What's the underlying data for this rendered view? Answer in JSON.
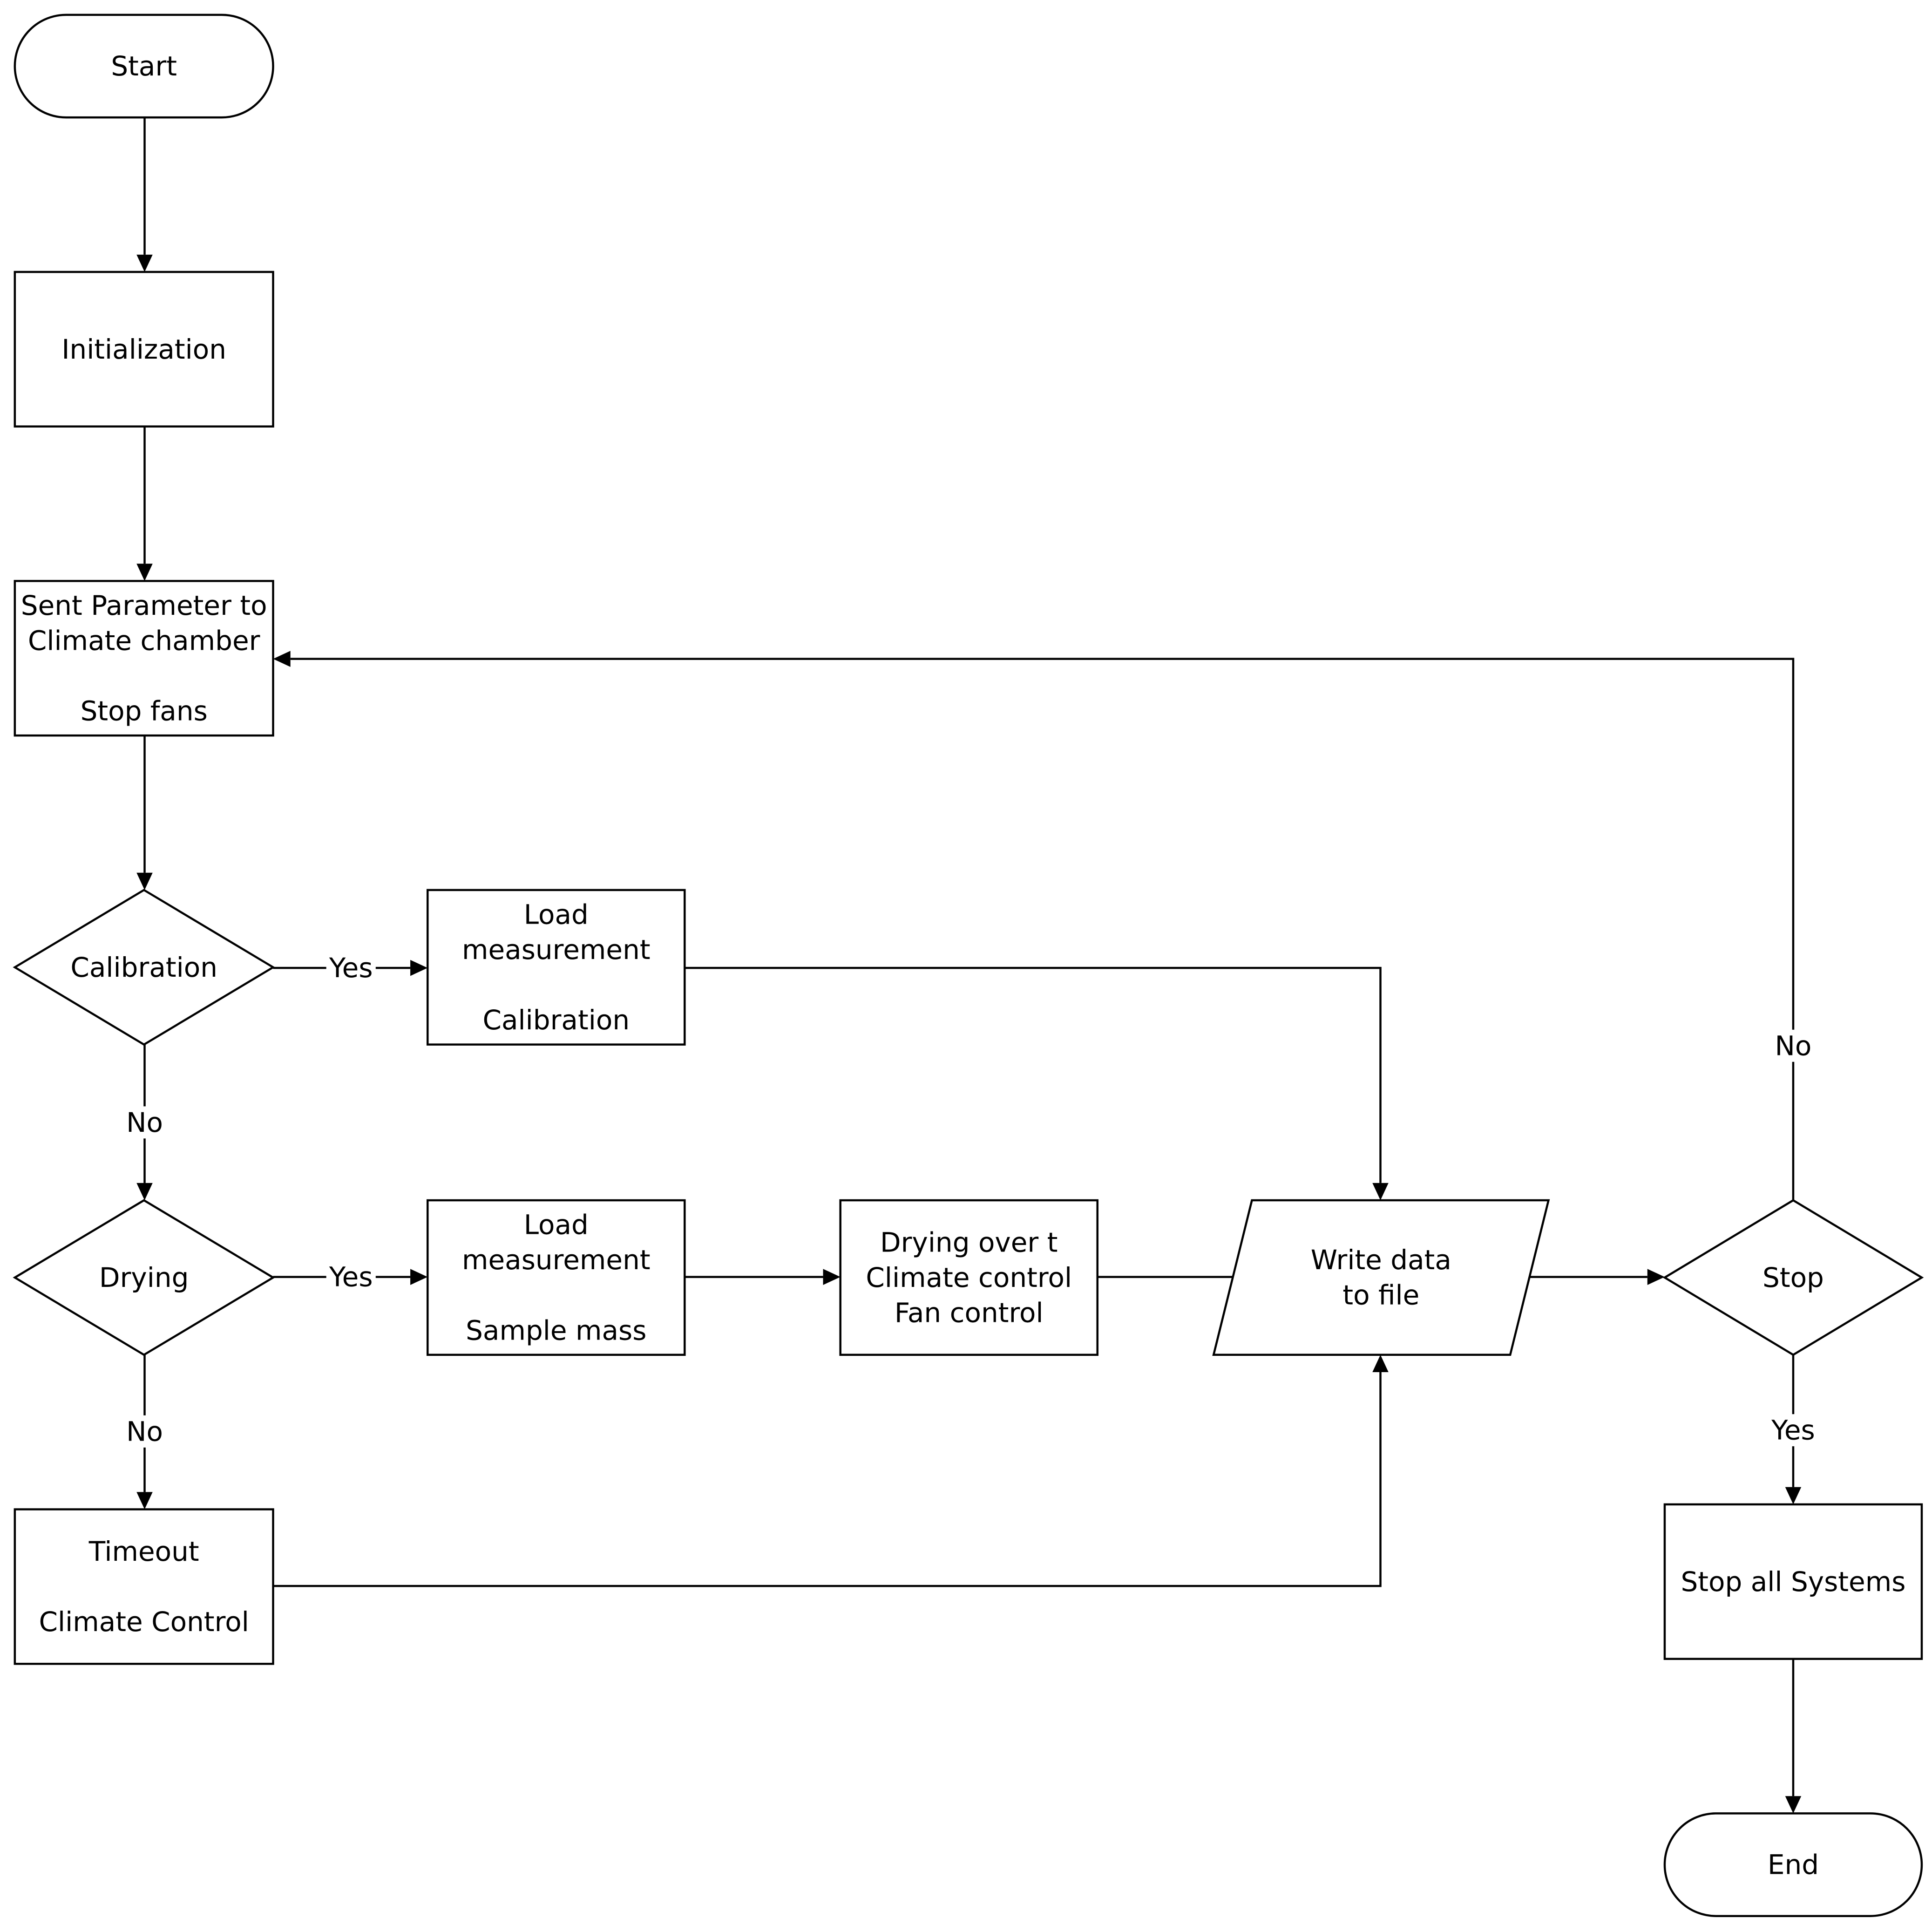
{
  "nodes": {
    "start": {
      "shape": "terminator",
      "lines": [
        "Start"
      ]
    },
    "init": {
      "shape": "process",
      "lines": [
        "Initialization"
      ]
    },
    "sent_param": {
      "shape": "process",
      "lines": [
        "Sent Parameter to",
        "Climate chamber",
        "",
        "Stop fans"
      ]
    },
    "calibration_decision": {
      "shape": "decision",
      "lines": [
        "Calibration"
      ]
    },
    "load_calibration": {
      "shape": "process",
      "lines": [
        "Load",
        "measurement",
        "",
        "Calibration"
      ]
    },
    "drying_decision": {
      "shape": "decision",
      "lines": [
        "Drying"
      ]
    },
    "load_sample": {
      "shape": "process",
      "lines": [
        "Load",
        "measurement",
        "",
        "Sample mass"
      ]
    },
    "drying_over_t": {
      "shape": "process",
      "lines": [
        "Drying over t",
        "Climate control",
        "Fan control"
      ]
    },
    "write_data": {
      "shape": "data",
      "lines": [
        "Write data",
        "to file"
      ]
    },
    "stop_decision": {
      "shape": "decision",
      "lines": [
        "Stop"
      ]
    },
    "timeout": {
      "shape": "process",
      "lines": [
        "Timeout",
        "",
        "Climate Control"
      ]
    },
    "stop_all": {
      "shape": "process",
      "lines": [
        "Stop all Systems"
      ]
    },
    "end": {
      "shape": "terminator",
      "lines": [
        "End"
      ]
    }
  },
  "edges": [
    {
      "from": "start",
      "to": "init",
      "label": ""
    },
    {
      "from": "init",
      "to": "sent_param",
      "label": ""
    },
    {
      "from": "sent_param",
      "to": "calibration_decision",
      "label": ""
    },
    {
      "from": "calibration_decision",
      "to": "load_calibration",
      "label": "Yes"
    },
    {
      "from": "calibration_decision",
      "to": "drying_decision",
      "label": "No"
    },
    {
      "from": "load_calibration",
      "to": "write_data",
      "label": ""
    },
    {
      "from": "drying_decision",
      "to": "load_sample",
      "label": "Yes"
    },
    {
      "from": "drying_decision",
      "to": "timeout",
      "label": "No"
    },
    {
      "from": "load_sample",
      "to": "drying_over_t",
      "label": ""
    },
    {
      "from": "drying_over_t",
      "to": "write_data",
      "label": ""
    },
    {
      "from": "timeout",
      "to": "write_data",
      "label": ""
    },
    {
      "from": "write_data",
      "to": "stop_decision",
      "label": ""
    },
    {
      "from": "stop_decision",
      "to": "sent_param",
      "label": "No"
    },
    {
      "from": "stop_decision",
      "to": "stop_all",
      "label": "Yes"
    },
    {
      "from": "stop_all",
      "to": "end",
      "label": ""
    }
  ]
}
